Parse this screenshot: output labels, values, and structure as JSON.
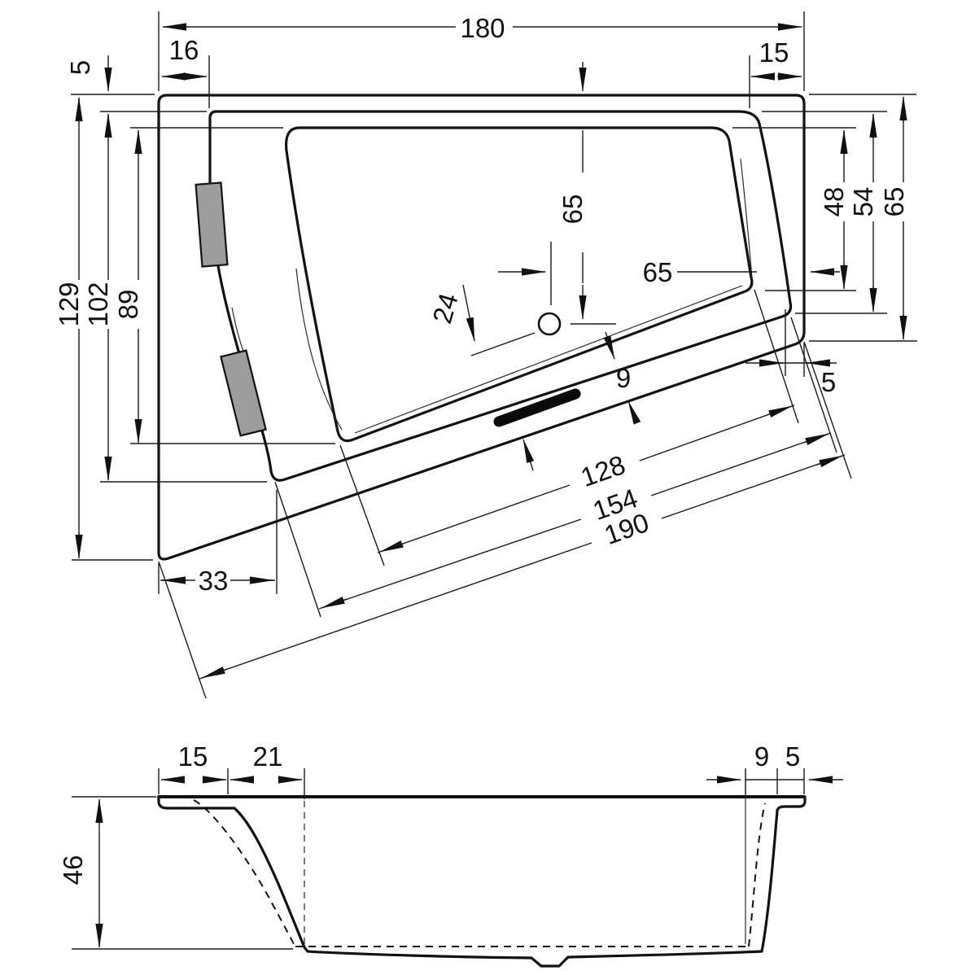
{
  "drawing": {
    "type": "bathtub-dimension-drawing",
    "line_color": "#121212",
    "headrest_color": "#9d9d9d",
    "top_view": {
      "overall_width": "180",
      "left_lip_width": "16",
      "top_rim_gap": "5",
      "right_lip_width": "15",
      "overall_depth": "129",
      "rim_depth": "102",
      "basin_depth": "89",
      "basin_height_right": "48",
      "rim_height_right": "54",
      "outer_height_right": "65",
      "drain_from_top_edge": "65",
      "drain_from_right_edge": "65",
      "drain_edge_offset": "24",
      "rim_band_width": "9",
      "corner_offset": "5",
      "basin_diagonal_length": "128",
      "rim_diagonal_length": "154",
      "outer_diagonal_length": "190",
      "bottom_left_offset": "33"
    },
    "section_view": {
      "lip_width": "15",
      "slope_width": "21",
      "depth": "46",
      "right_wall_width": "9",
      "right_lip_width": "5"
    }
  }
}
